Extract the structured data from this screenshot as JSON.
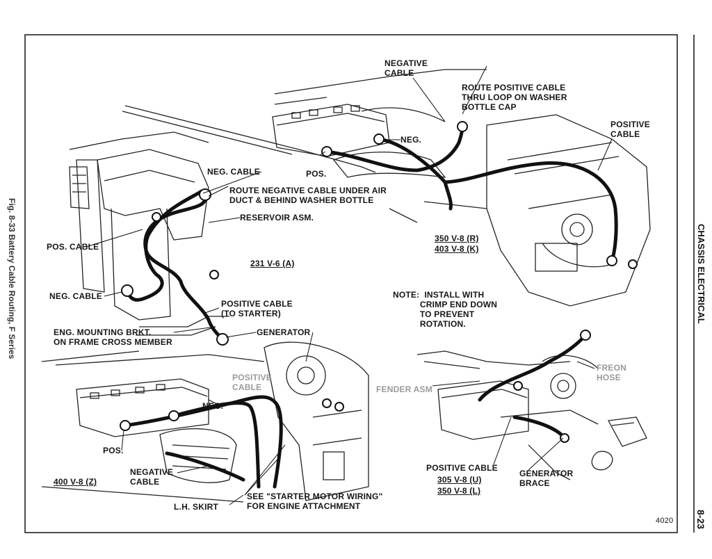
{
  "page": {
    "side_left": "Fig. 8-33 Battery Cable Routing, F Series",
    "side_right_title": "CHASSIS ELECTRICAL",
    "page_number": "8-23",
    "figure_number": "4020"
  },
  "labels": {
    "negative_cable_top": "NEGATIVE\nCABLE",
    "route_positive": "ROUTE POSITIVE CABLE\nTHRU LOOP ON WASHER\nBOTTLE CAP",
    "positive_cable_top": "POSITIVE\nCABLE",
    "neg_top": "NEG.",
    "pos_top": "POS.",
    "neg_cable_1": "NEG. CABLE",
    "route_negative": "ROUTE NEGATIVE CABLE UNDER AIR\nDUCT & BEHIND WASHER BOTTLE",
    "reservoir": "RESERVOIR ASM.",
    "pos_cable_left": "POS. CABLE",
    "engine_350": "350 V-8 (R)",
    "engine_403": "403 V-8 (K)",
    "engine_231": "231 V-6 (A)",
    "neg_cable_2": "NEG. CABLE",
    "positive_to_starter": "POSITIVE CABLE\n(TO STARTER)",
    "note": "NOTE:  INSTALL WITH\n           CRIMP END DOWN\n           TO PREVENT\n           ROTATION.",
    "eng_mounting": "ENG. MOUNTING BRKT.\nON FRAME CROSS MEMBER",
    "generator": "GENERATOR",
    "positive_cable_grey": "POSITIVE\nCABLE",
    "fender_asm": "FENDER ASM",
    "freon_hose": "FREON\nHOSE",
    "neg_bottom": "NEG.",
    "pos_bottom": "POS.",
    "negative_cable_bottom": "NEGATIVE\nCABLE",
    "engine_400": "400 V-8 (Z)",
    "positive_cable_bottom": "POSITIVE CABLE",
    "engine_305": "305 V-8 (U)",
    "engine_350l": "350 V-8 (L)",
    "generator_brace": "GENERATOR\nBRACE",
    "see_starter": "SEE \"STARTER MOTOR WIRING\"\nFOR ENGINE ATTACHMENT",
    "lh_skirt": "L.H. SKIRT"
  }
}
